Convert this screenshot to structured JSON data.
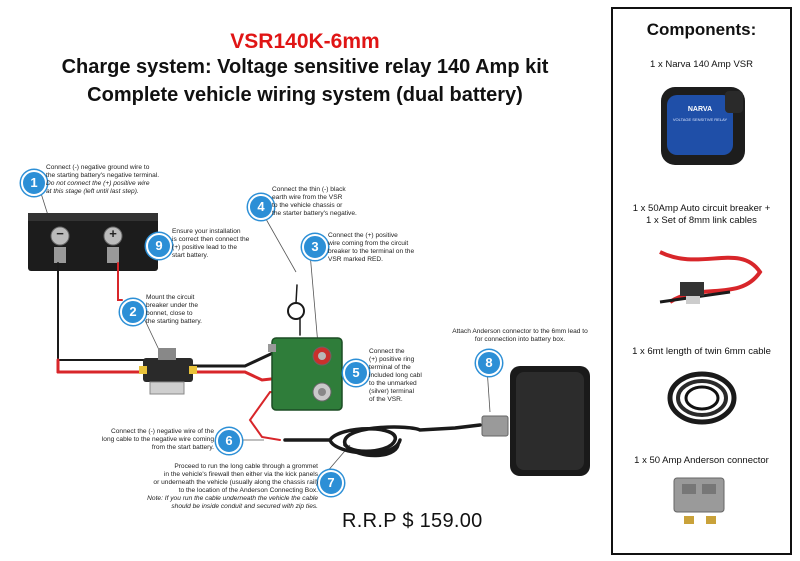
{
  "header": {
    "code": "VSR140K-6mm",
    "line1": "Charge system: Voltage sensitive relay 140 Amp kit",
    "line2": "Complete vehicle wiring system (dual battery)"
  },
  "steps": [
    {
      "number": "1",
      "text": [
        "Connect (-) negative ground wire to",
        "the starting battery's negative terminal."
      ],
      "italic": [
        "Do not connect the (+) positive wire",
        "at this stage (left until last step)."
      ]
    },
    {
      "number": "2",
      "text": [
        "Mount the circuit",
        "breaker under the",
        "bonnet, close to",
        "the starting battery."
      ]
    },
    {
      "number": "3",
      "text": [
        "Connect the (+) positive",
        "wire coming from the circuit",
        "breaker to the terminal on the",
        "VSR marked RED."
      ]
    },
    {
      "number": "4",
      "text": [
        "Connect the thin (-) black",
        "earth wire from the VSR",
        "to the vehicle chassis or",
        "the starter battery's negative."
      ]
    },
    {
      "number": "5",
      "text": [
        "Connect the",
        "(+) positive ring",
        "terminal of the",
        "included long cabl",
        "to the unmarked",
        "(silver) terminal",
        "of the VSR."
      ]
    },
    {
      "number": "6",
      "text": [
        "Connect the (-) negative wire of the",
        "long cable to the negative wire coming",
        "from the start battery."
      ]
    },
    {
      "number": "7",
      "text": [
        "Proceed to run the long cable through a grommet",
        "in the vehicle's firewall then either via the kick panels",
        "or underneath the vehicle (usually along the chassis rail)",
        "to the location of the Anderson Connecting Box."
      ],
      "italic": [
        "Note: If you run the cable underneath the vehicle the cable",
        "should be inside conduit and secured with zip ties."
      ]
    },
    {
      "number": "8",
      "text": [
        "Attach Anderson connector to the 6mm lead to",
        "for connection into battery box."
      ]
    },
    {
      "number": "9",
      "text": [
        "Ensure your installation",
        "is correct then connect the",
        "(+) positive lead to the",
        "start battery."
      ]
    }
  ],
  "battery_terminals": {
    "negative": "−",
    "positive": "+"
  },
  "price": "R.R.P $ 159.00",
  "components": {
    "title": "Components:",
    "items": [
      {
        "label": "1 x Narva 140 Amp VSR",
        "icon": "vsr-relay-photo"
      },
      {
        "label": "1 x 50Amp Auto circuit breaker  +",
        "label2": "1 x Set of 8mm link cables",
        "icon": "circuit-breaker-cables-photo"
      },
      {
        "label": "1 x 6mt length of twin 6mm cable",
        "icon": "cable-coil-photo"
      },
      {
        "label": "1 x 50 Amp Anderson connector",
        "icon": "anderson-connector-photo"
      }
    ],
    "vsr_brand": "NARVA",
    "vsr_face": "VOLTAGE SENSITIVE RELAY"
  },
  "colors": {
    "accent_red": "#e01515",
    "badge_blue": "#2c8fd6",
    "wire_red": "#d8262a",
    "wire_black": "#1a1a1a",
    "board_green": "#2f7d3a"
  }
}
